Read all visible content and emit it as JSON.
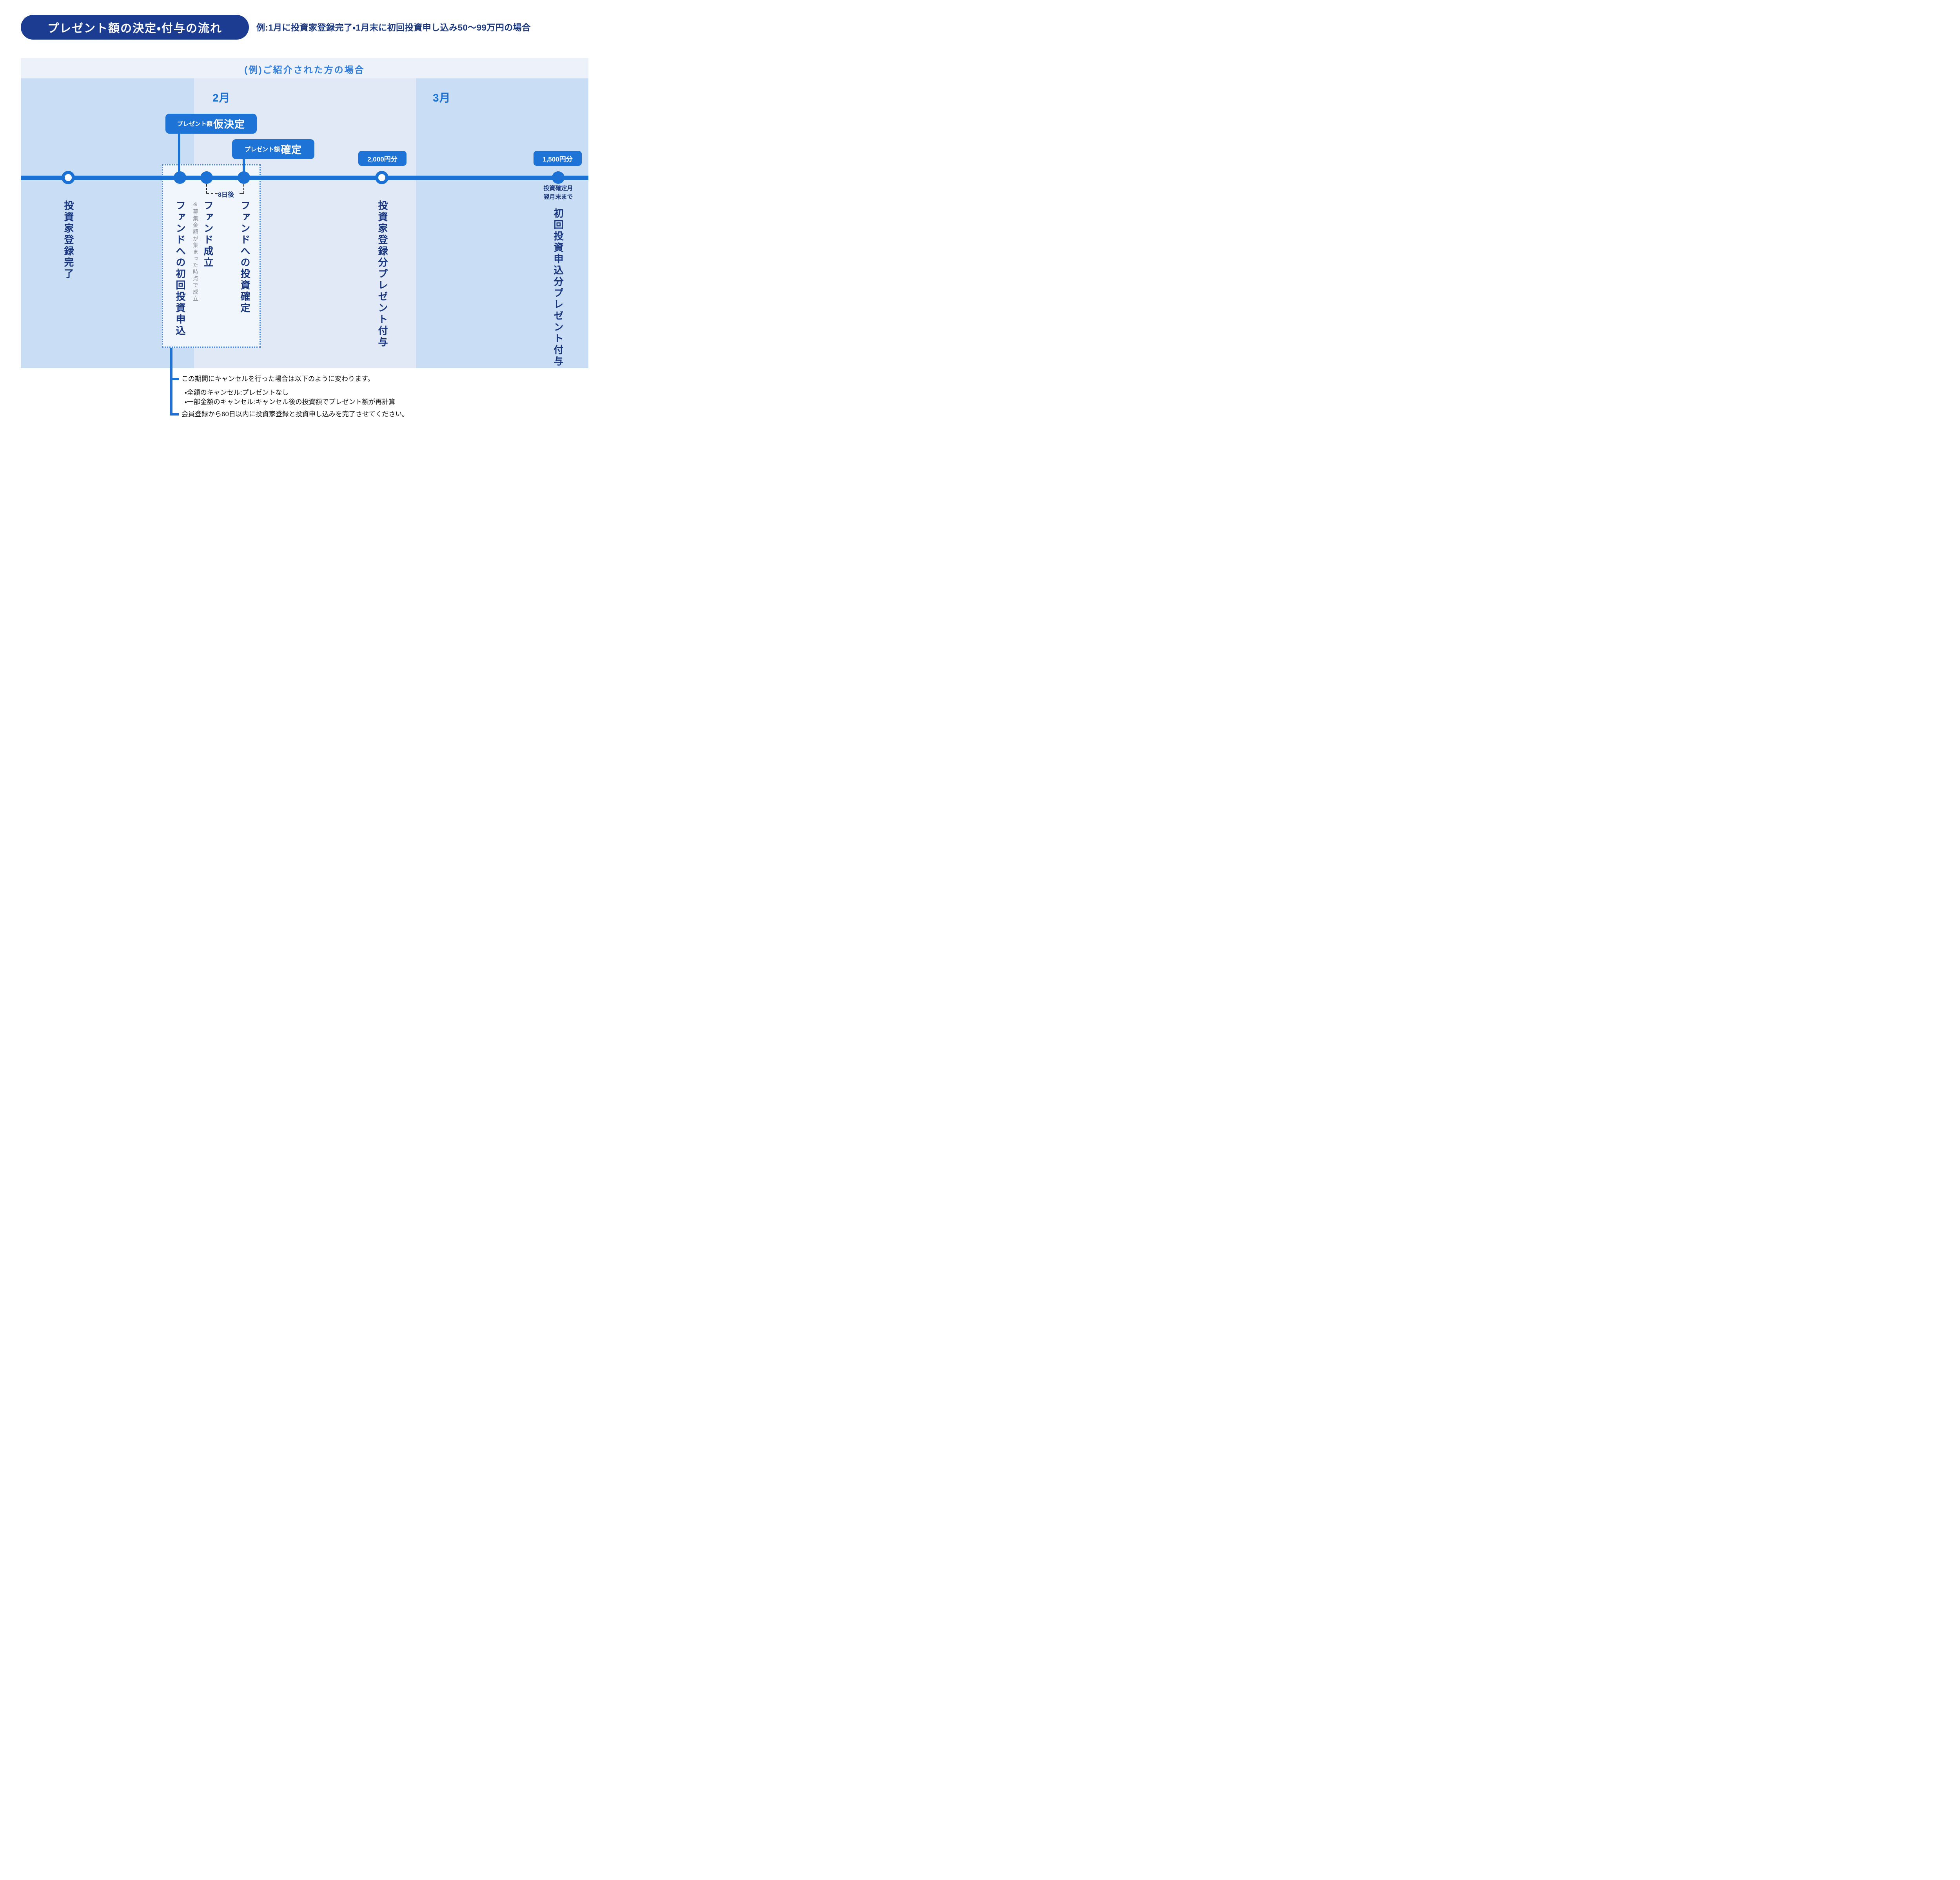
{
  "header": {
    "title": "プレゼント額の決定・付与の流れ",
    "subtitle": "例:1月に投資家登録完了・1月末に初回投資申し込み50〜99万円の場合"
  },
  "example_label": "(例)ご紹介された方の場合",
  "months": [
    {
      "label": "2月"
    },
    {
      "label": "3月"
    }
  ],
  "badges": {
    "provisional": {
      "prefix": "プレゼント額",
      "main": "仮決定"
    },
    "final": {
      "prefix": "プレゼント額",
      "main": "確定"
    },
    "registration_amount": "2,000円分",
    "first_investment_amount": "1,500円分"
  },
  "interval_label": "8日後",
  "deadline": {
    "line1": "投資確定月",
    "line2": "翌月末まで"
  },
  "milestones": [
    {
      "label": "投資家登録完了",
      "dot": "hollow"
    },
    {
      "label": "ファンドへの初回投資申込",
      "dot": "filled"
    },
    {
      "label": "ファンド成立",
      "dot": "filled",
      "note": "※募集金額が集まった時点で成立"
    },
    {
      "label": "ファンドへの投資確定",
      "dot": "filled"
    },
    {
      "label": "投資家登録分プレゼント付与",
      "dot": "hollow"
    },
    {
      "label": "初回投資申込分プレゼント付与",
      "dot": "filled"
    }
  ],
  "notes": {
    "cancel_intro": "この期間にキャンセルを行った場合は以下のように変わります。",
    "cancel_full": "・全額のキャンセル:プレゼントなし",
    "cancel_partial": "・一部金額のキャンセル:キャンセル後の投資額でプレゼント額が再計算",
    "registration_deadline": "会員登録から60日以内に投資家登録と投資申し込みを完了させてください。"
  },
  "colors": {
    "accent_blue": "#1c72d4",
    "badge_blue": "#1e74d6",
    "title_navy": "#1c3c92",
    "text_navy": "#17357f",
    "month_blue": "#1b6fd3",
    "example_blue": "#2e7ce0",
    "column_dark": "#c9def4",
    "column_light": "#e2e9f6",
    "strip_light": "#edf2fa",
    "box_light": "#f1f5fc",
    "note_gray": "#8b919b",
    "note_black": "#111111"
  }
}
